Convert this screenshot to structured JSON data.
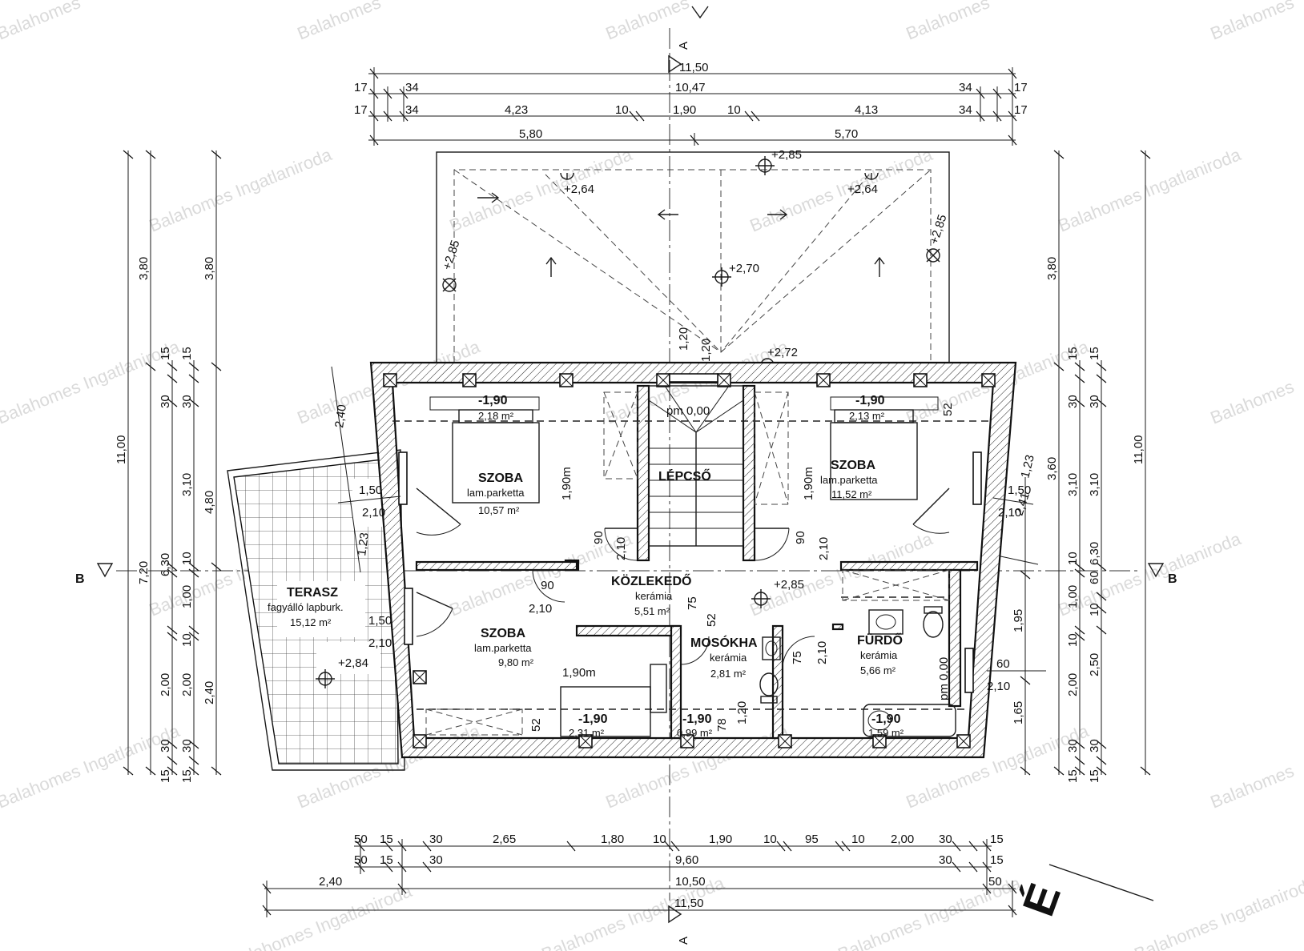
{
  "watermark": "Balahomes Ingatlaniroda",
  "watermark_short": "Balahomes",
  "compass": "É",
  "sections": {
    "a": "A",
    "b": "B"
  },
  "rooms": [
    {
      "name": "SZOBA",
      "material": "lam.parketta",
      "area": "10,57 m²",
      "level": "-1,90",
      "level_area": "2,18 m²",
      "height": "1,90m"
    },
    {
      "name": "LÉPCSŐ",
      "level": "pm 0,00"
    },
    {
      "name": "SZOBA",
      "material": "lam.parketta",
      "area": "11,52 m²",
      "level": "-1,90",
      "level_area": "2,13 m²",
      "height": "1,90m"
    },
    {
      "name": "KÖZLEKEDŐ",
      "material": "kerámia",
      "area": "5,51 m²",
      "level": "+2,85"
    },
    {
      "name": "SZOBA",
      "material": "lam.parketta",
      "area": "9,80 m²",
      "height": "1,90m",
      "level": "-1,90",
      "level_area": "2,31 m²"
    },
    {
      "name": "MOSÓKHA",
      "material": "kerámia",
      "area": "2,81 m²",
      "level": "-1,90",
      "level_area": "0,99 m²"
    },
    {
      "name": "FÜRDŐ",
      "material": "kerámia",
      "area": "5,66 m²",
      "level": "-1,90",
      "level_area": "1,59 m²",
      "vert": "pm 0,00"
    },
    {
      "name": "TERASZ",
      "material": "fagyálló lapburk.",
      "area": "15,12 m²",
      "level": "+2,84"
    }
  ],
  "roof_levels": [
    "+2,85",
    "+2,64",
    "+2,64",
    "+2,85",
    "+2,85",
    "+2,70",
    "+2,72"
  ],
  "dims_top": {
    "row1": [
      "11,50"
    ],
    "row2": [
      "17",
      "34",
      "10,47",
      "34",
      "17"
    ],
    "row3": [
      "17",
      "34",
      "4,23",
      "10",
      "1,90",
      "10",
      "4,13",
      "34",
      "17"
    ],
    "row4": [
      "5,80",
      "5,70"
    ]
  },
  "dims_bottom": {
    "row1": [
      "50",
      "15",
      "30",
      "2,65",
      "1,80",
      "10",
      "1,90",
      "10",
      "95",
      "10",
      "2,00",
      "30",
      "15"
    ],
    "row2": [
      "50",
      "15",
      "30",
      "9,60",
      "30",
      "15"
    ],
    "row3": [
      "2,40",
      "10,50",
      "50"
    ],
    "row4": [
      "11,50"
    ]
  },
  "dims_left": {
    "outer": [
      "11,00",
      "7,20",
      "3,80"
    ],
    "mid": [
      "3,80",
      "15",
      "30",
      "3,10",
      "10",
      "1,00",
      "10",
      "2,00",
      "30",
      "15",
      "6,30"
    ],
    "inner": [
      "3,80",
      "15",
      "30",
      "3,10",
      "4,80",
      "10",
      "1,00",
      "10",
      "2,00",
      "30",
      "15",
      "2,40"
    ]
  },
  "dims_right": {
    "outer": [
      "11,00"
    ],
    "mid": [
      "3,80",
      "15",
      "30",
      "3,10",
      "6,30",
      "60",
      "10",
      "2,50",
      "30",
      "15"
    ],
    "inner": [
      "3,60",
      "2,41",
      "1,23",
      "1,95",
      "1,65",
      "15",
      "30",
      "3,10",
      "10",
      "1,00",
      "10",
      "2,00",
      "30",
      "15"
    ]
  },
  "openings": [
    "1,50",
    "2,10",
    "1,23",
    "90",
    "2,10",
    "90",
    "2,10",
    "90",
    "2,10",
    "75",
    "2,10",
    "60",
    "2,10",
    "1,50",
    "2,10",
    "1,50",
    "2,10",
    "2,40",
    "52",
    "52",
    "75",
    "78",
    "1,20",
    "90",
    "1,20"
  ]
}
